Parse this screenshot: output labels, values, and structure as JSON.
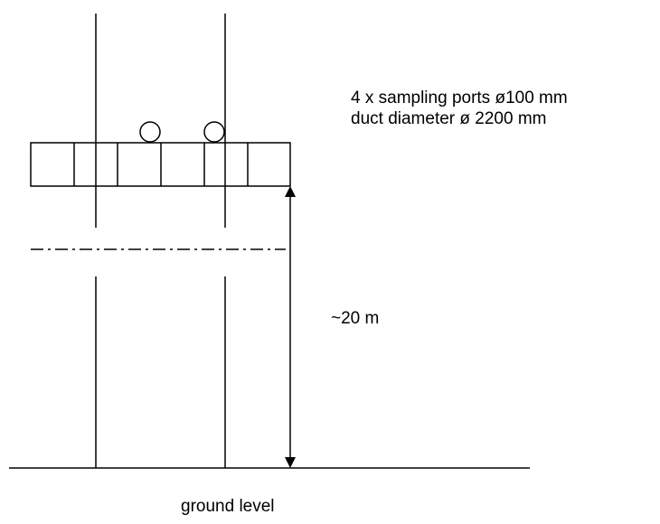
{
  "diagram": {
    "spec_lines": [
      "4 x sampling ports ø100 mm",
      "duct diameter ø 2200 mm"
    ],
    "height_label": "~20 m",
    "ground_label": "ground level",
    "sampling_port_count_shown": 2,
    "platform_segment_count": 6,
    "colors": {
      "line": "#000000",
      "background": "#ffffff"
    }
  }
}
